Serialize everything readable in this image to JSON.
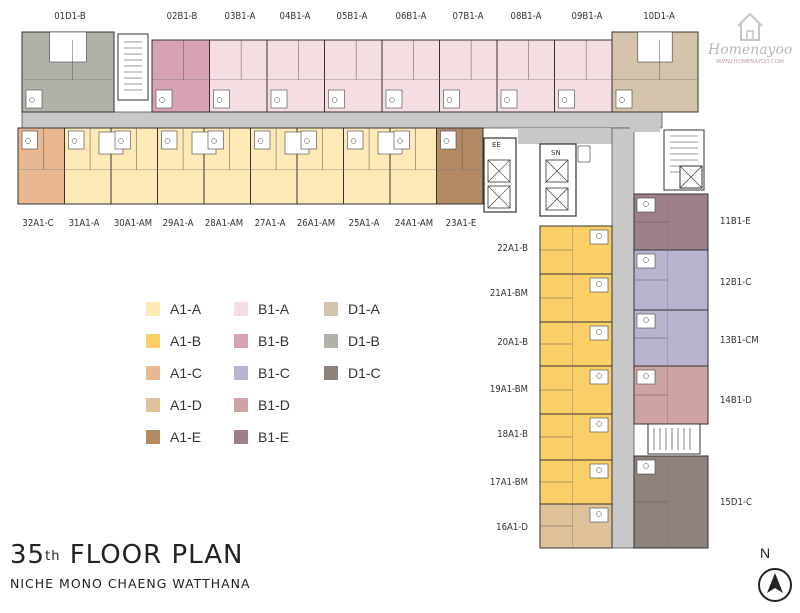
{
  "title": {
    "main": "35",
    "sup": "th",
    "rest": "FLOOR PLAN",
    "subtitle": "NICHE MONO CHAENG WATTHANA"
  },
  "logo": {
    "name": "Homenayoo",
    "url": "WWW.HOMENAYOO.COM"
  },
  "north": {
    "label": "N"
  },
  "colors": {
    "A1-A": "#fde9b5",
    "A1-B": "#fbcf68",
    "A1-C": "#eab890",
    "A1-D": "#dfc29a",
    "A1-E": "#b38a64",
    "B1-A": "#f4dee2",
    "B1-B": "#d7a3b2",
    "B1-C": "#b9b3cf",
    "B1-D": "#cfa2a4",
    "B1-E": "#9f8089",
    "D1-A": "#d3c4ab",
    "D1-B": "#b2b1a9",
    "D1-C": "#8f817c",
    "corridor": "#c8c8c8",
    "wall": "#333333"
  },
  "legend": [
    {
      "code": "A1-A",
      "label": "A1-A"
    },
    {
      "code": "A1-B",
      "label": "A1-B"
    },
    {
      "code": "A1-C",
      "label": "A1-C"
    },
    {
      "code": "A1-D",
      "label": "A1-D"
    },
    {
      "code": "A1-E",
      "label": "A1-E"
    },
    {
      "code": "B1-A",
      "label": "B1-A"
    },
    {
      "code": "B1-B",
      "label": "B1-B"
    },
    {
      "code": "B1-C",
      "label": "B1-C"
    },
    {
      "code": "B1-D",
      "label": "B1-D"
    },
    {
      "code": "B1-E",
      "label": "B1-E"
    },
    {
      "code": "D1-A",
      "label": "D1-A"
    },
    {
      "code": "D1-B",
      "label": "D1-B"
    },
    {
      "code": "D1-C",
      "label": "D1-C"
    }
  ],
  "units_top": [
    {
      "label": "01D1-B",
      "type": "D1-B"
    },
    {
      "label": "02B1-B",
      "type": "B1-B"
    },
    {
      "label": "03B1-A",
      "type": "B1-A"
    },
    {
      "label": "04B1-A",
      "type": "B1-A"
    },
    {
      "label": "05B1-A",
      "type": "B1-A"
    },
    {
      "label": "06B1-A",
      "type": "B1-A"
    },
    {
      "label": "07B1-A",
      "type": "B1-A"
    },
    {
      "label": "08B1-A",
      "type": "B1-A"
    },
    {
      "label": "09B1-A",
      "type": "B1-A"
    },
    {
      "label": "10D1-A",
      "type": "D1-A"
    }
  ],
  "units_mid": [
    {
      "label": "32A1-C",
      "type": "A1-C"
    },
    {
      "label": "31A1-A",
      "type": "A1-A"
    },
    {
      "label": "30A1-AM",
      "type": "A1-A"
    },
    {
      "label": "29A1-A",
      "type": "A1-A"
    },
    {
      "label": "28A1-AM",
      "type": "A1-A"
    },
    {
      "label": "27A1-A",
      "type": "A1-A"
    },
    {
      "label": "26A1-AM",
      "type": "A1-A"
    },
    {
      "label": "25A1-A",
      "type": "A1-A"
    },
    {
      "label": "24A1-AM",
      "type": "A1-A"
    },
    {
      "label": "23A1-E",
      "type": "A1-E"
    }
  ],
  "units_left_wing": [
    {
      "label": "22A1-B",
      "type": "A1-B"
    },
    {
      "label": "21A1-BM",
      "type": "A1-B"
    },
    {
      "label": "20A1-B",
      "type": "A1-B"
    },
    {
      "label": "19A1-BM",
      "type": "A1-B"
    },
    {
      "label": "18A1-B",
      "type": "A1-B"
    },
    {
      "label": "17A1-BM",
      "type": "A1-B"
    },
    {
      "label": "16A1-D",
      "type": "A1-D"
    }
  ],
  "units_right_wing": [
    {
      "label": "11B1-E",
      "type": "B1-E"
    },
    {
      "label": "12B1-C",
      "type": "B1-C"
    },
    {
      "label": "13B1-CM",
      "type": "B1-C"
    },
    {
      "label": "14B1-D",
      "type": "B1-D"
    },
    {
      "label": "15D1-C",
      "type": "D1-C"
    }
  ],
  "service_labels": {
    "ee": "EE",
    "sn": "SN"
  }
}
